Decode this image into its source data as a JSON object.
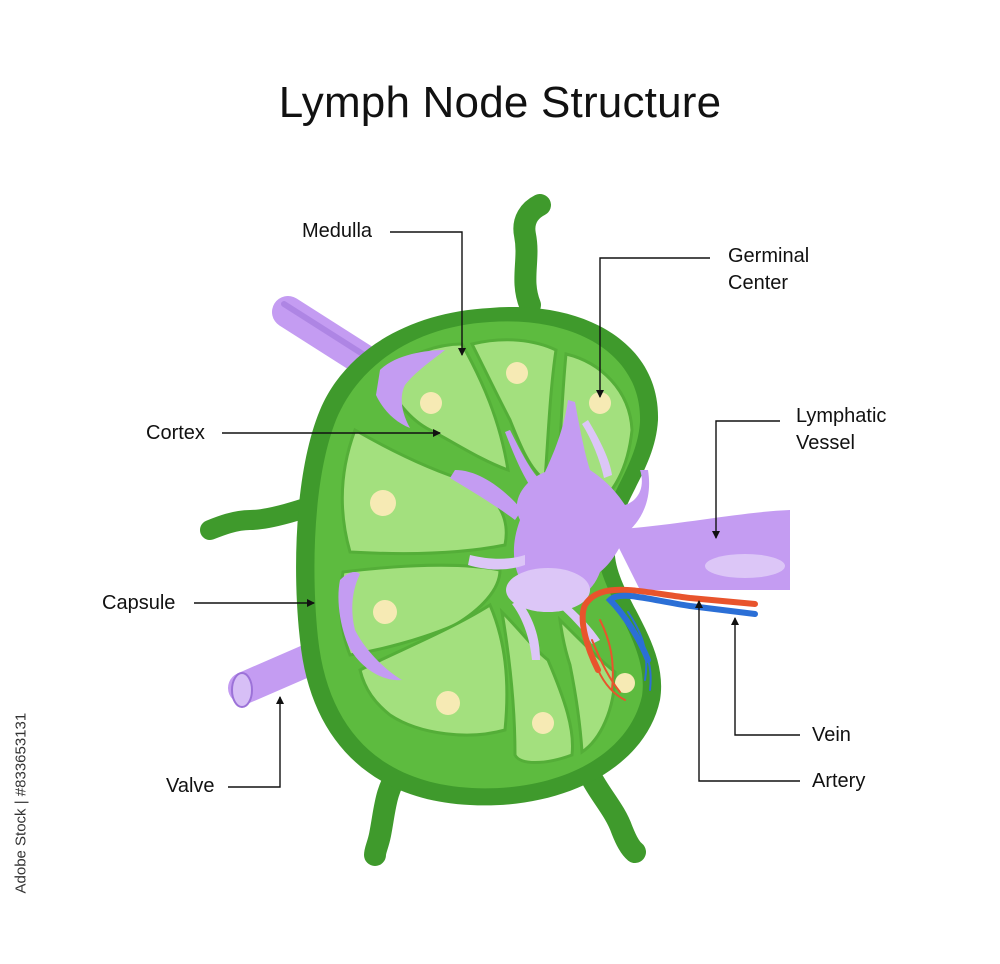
{
  "title": "Lymph Node Structure",
  "labels": {
    "medulla": "Medulla",
    "germinal_center": [
      "Germinal",
      "Center"
    ],
    "cortex": "Cortex",
    "lymphatic_vessel": [
      "Lymphatic",
      "Vessel"
    ],
    "capsule": "Capsule",
    "valve": "Valve",
    "vein": "Vein",
    "artery": "Artery"
  },
  "watermark": "Adobe Stock | #833653131",
  "colors": {
    "capsule_dark": "#3f9a2c",
    "capsule_green": "#5dbb3f",
    "lobule_light": "#a3e07e",
    "lymph_purple": "#c49cf2",
    "lymph_light": "#dcc6f7",
    "germinal_center": "#f6eab4",
    "artery": "#e8542c",
    "vein": "#2b6fd6"
  }
}
